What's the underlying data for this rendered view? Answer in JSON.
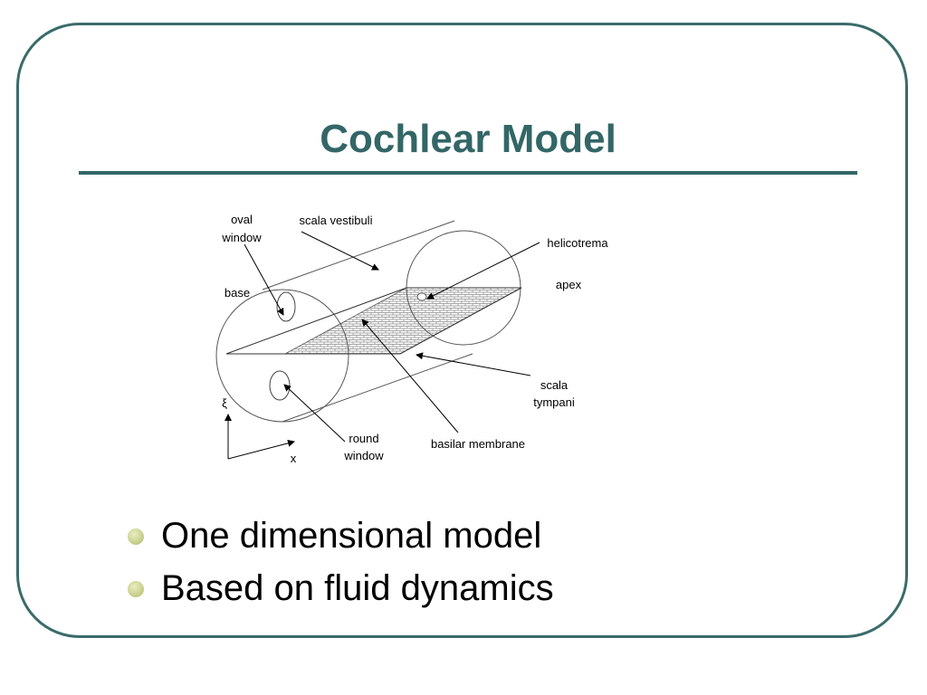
{
  "slide": {
    "title": "Cochlear Model"
  },
  "diagram": {
    "labels": {
      "oval_window_line1": "oval",
      "oval_window_line2": "window",
      "scala_vestibuli": "scala vestibuli",
      "helicotrema": "helicotrema",
      "apex": "apex",
      "base": "base",
      "scala_tympani_line1": "scala",
      "scala_tympani_line2": "tympani",
      "xi": "ξ",
      "round_window_line1": "round",
      "round_window_line2": "window",
      "basilar_membrane": "basilar membrane",
      "x": "x"
    }
  },
  "bullets": [
    "One dimensional model",
    "Based on fluid dynamics"
  ],
  "colors": {
    "frame": "#3b6b6b",
    "title": "#336666",
    "bullet": "#c9d08c"
  }
}
